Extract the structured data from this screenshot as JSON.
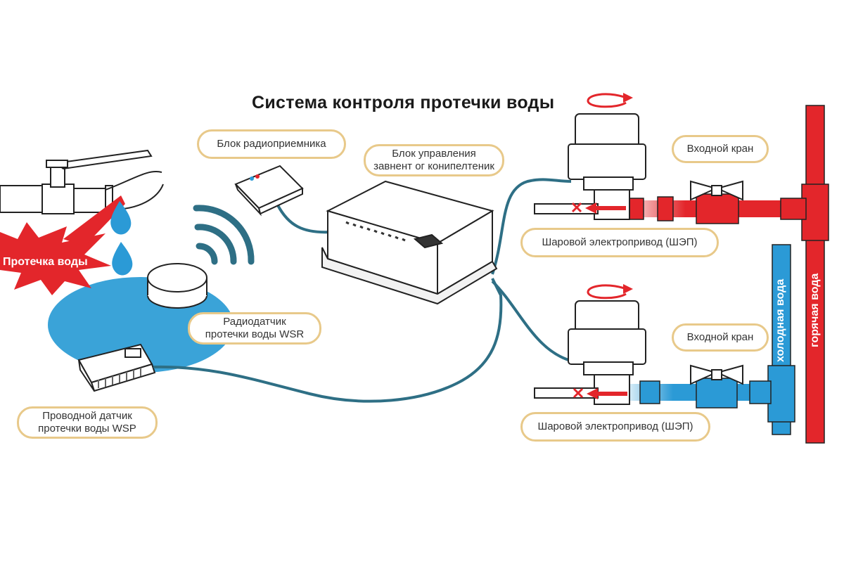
{
  "title": "Система контроля протечки воды",
  "callouts": {
    "radio_receiver": "Блок радиоприемника",
    "control_unit_line1": "Блок управления",
    "control_unit_line2": "завнент ог конипелтеник",
    "radio_sensor_line1": "Радиодатчик",
    "radio_sensor_line2": "протечки воды WSR",
    "wired_sensor_line1": "Проводной датчик",
    "wired_sensor_line2": "протечки воды WSP",
    "inlet_valve_top": "Входной кран",
    "inlet_valve_bottom": "Входной кран",
    "actuator_top": "Шаровой электропривод (ШЭП)",
    "actuator_bottom": "Шаровой электропривод (ШЭП)"
  },
  "leak_label": "Протечка воды",
  "pipes": {
    "cold": "холодная вода",
    "hot": "горячая вода"
  },
  "colors": {
    "hot": "#e3262b",
    "cold": "#2b9ad6",
    "cable": "#2e6f85",
    "callout_border": "#e8c98a",
    "puddle": "#3aa3d8"
  },
  "icons": [
    "leaking-faucet-icon",
    "water-drop-icon",
    "radio-waves-icon",
    "radio-sensor-icon",
    "wired-sensor-icon",
    "radio-receiver-icon",
    "control-unit-icon",
    "ball-valve-actuator-icon",
    "butterfly-valve-icon",
    "rotation-arrow-icon",
    "cross-mark-icon"
  ]
}
